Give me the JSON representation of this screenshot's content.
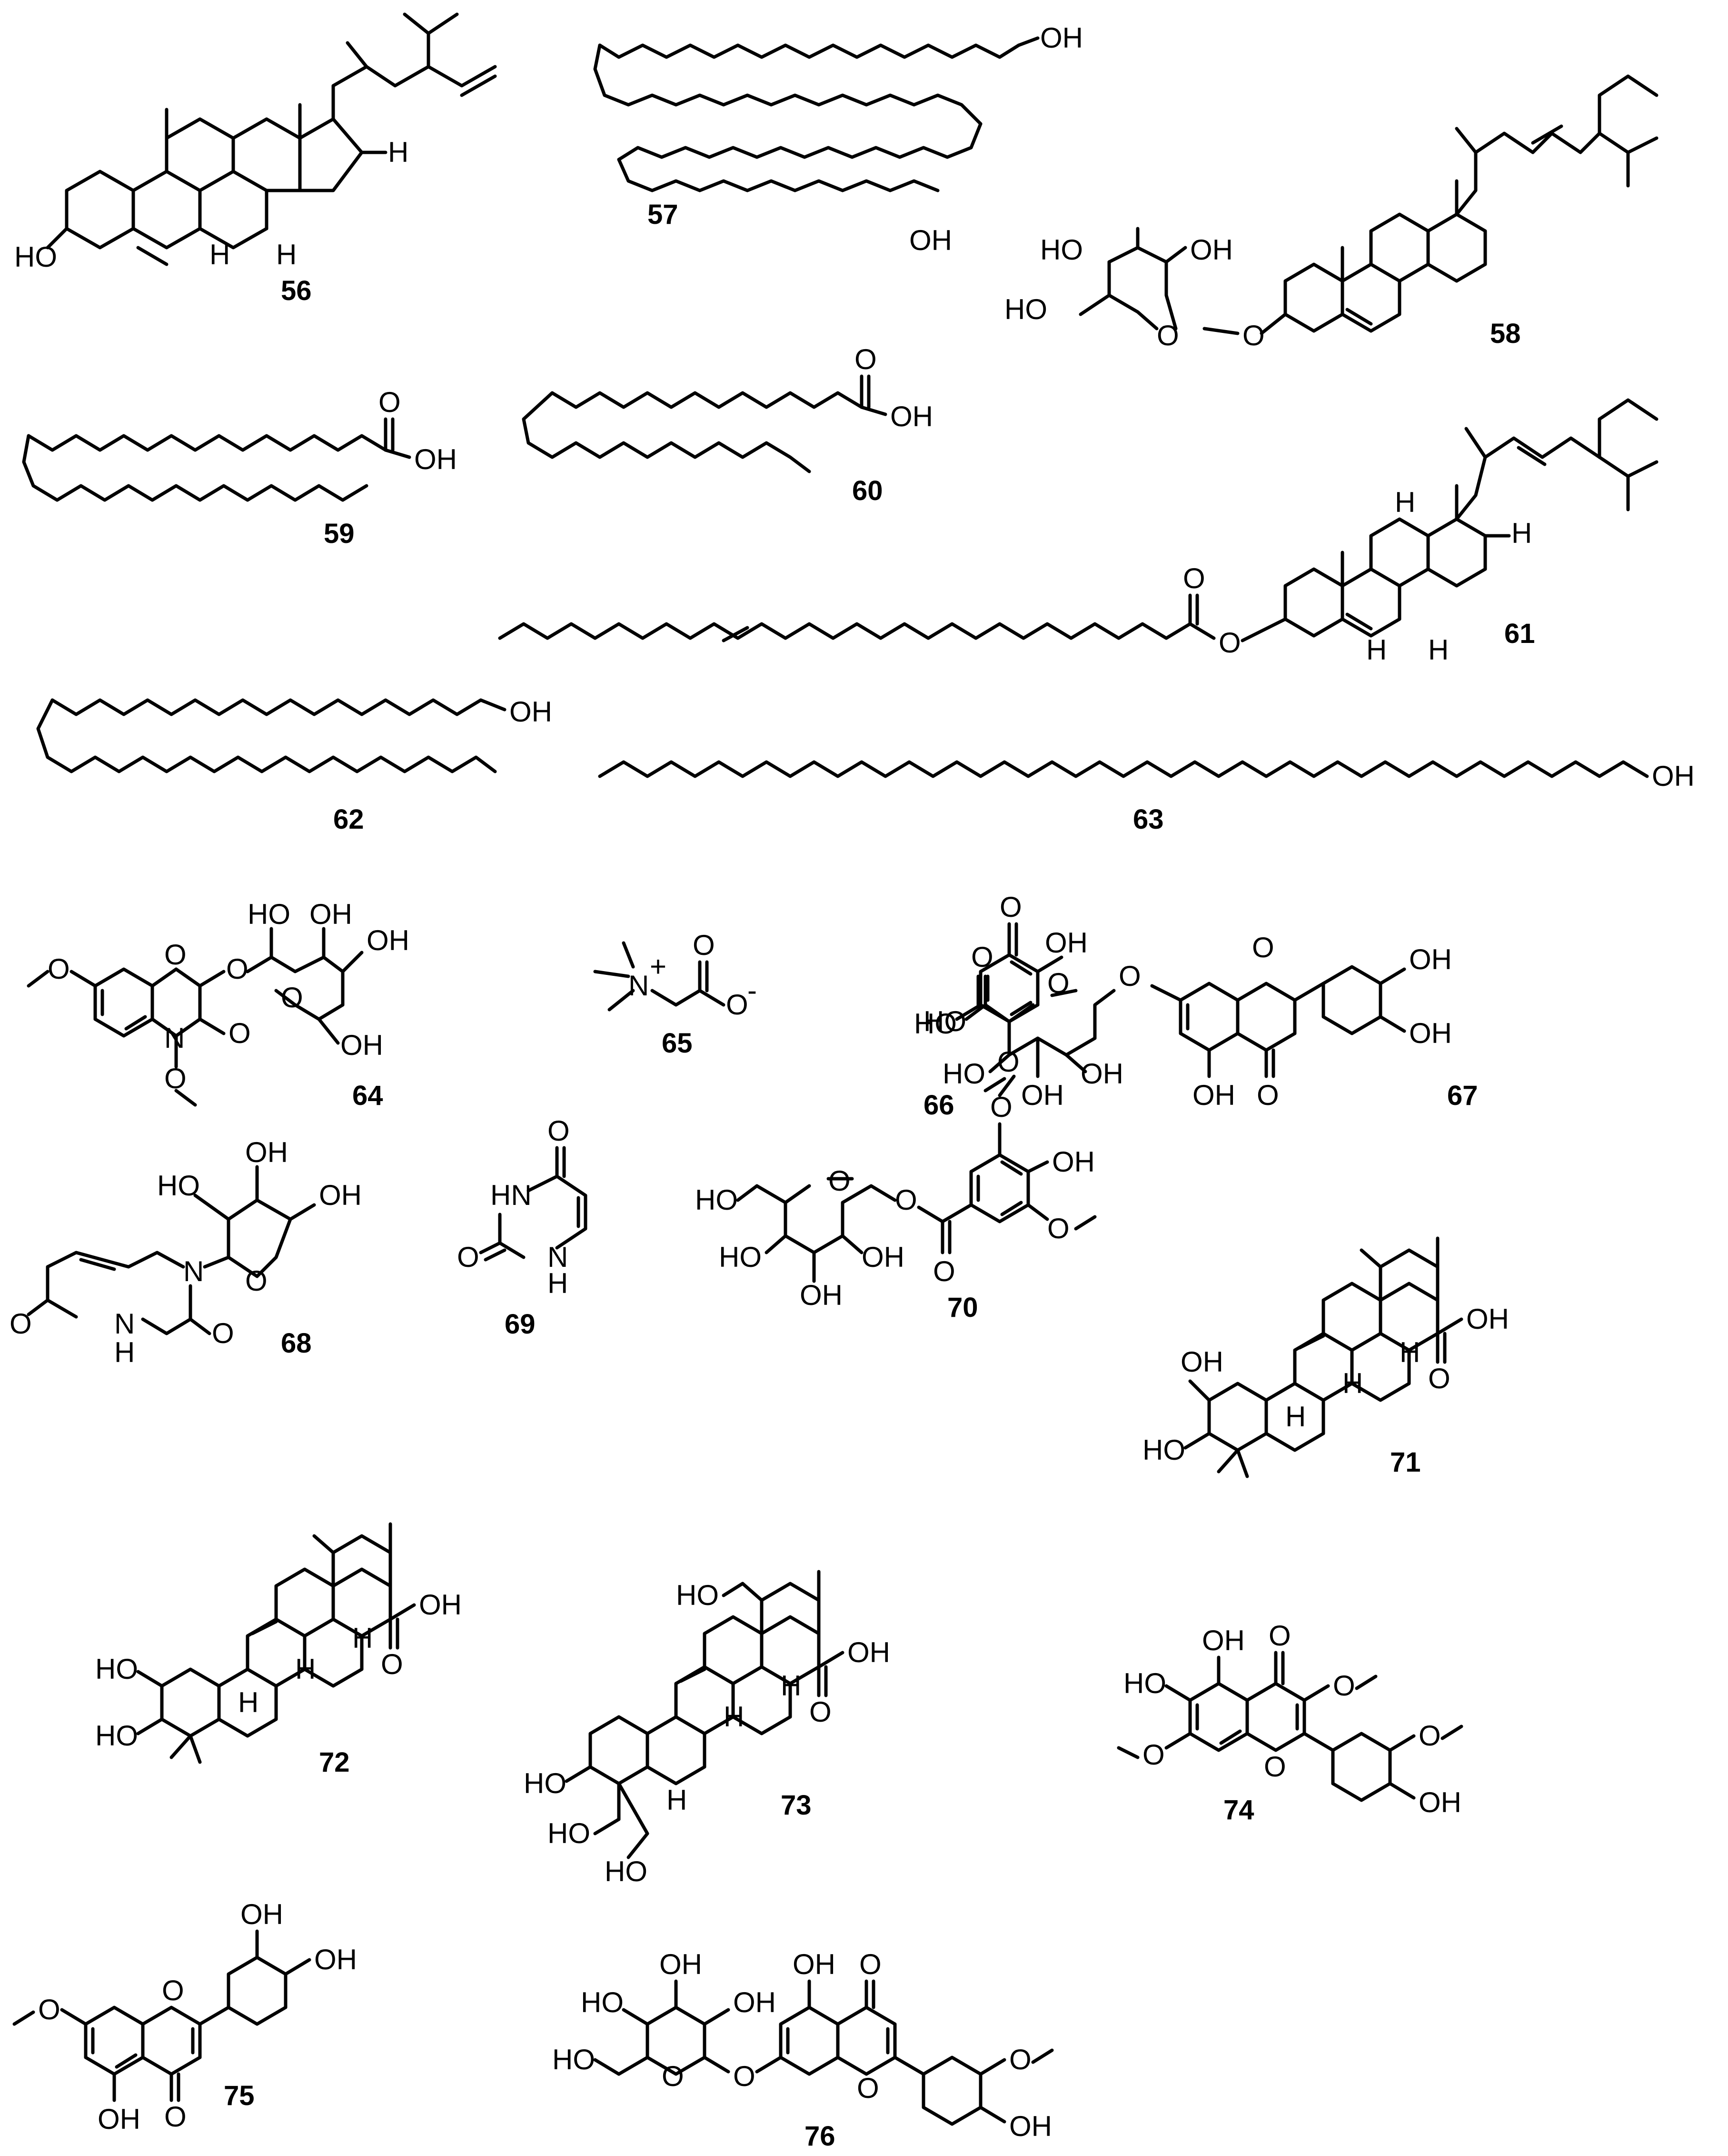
{
  "compounds": {
    "c56": {
      "id": "56",
      "atoms": {
        "h1": "H",
        "h2": "H",
        "h3": "H",
        "oh": "HO"
      }
    },
    "c57": {
      "id": "57",
      "atoms": {
        "oh": "OH"
      }
    },
    "c58": {
      "id": "58",
      "atoms": {
        "oh1": "OH",
        "oh2": "HO",
        "oh3": "OH",
        "oh4": "HO",
        "o_ring": "O",
        "o_link": "O"
      }
    },
    "c59": {
      "id": "59",
      "atoms": {
        "o": "O",
        "oh": "OH"
      }
    },
    "c60": {
      "id": "60",
      "atoms": {
        "o": "O",
        "oh": "OH"
      }
    },
    "c61": {
      "id": "61",
      "atoms": {
        "h1": "H",
        "h2": "H",
        "h3": "H",
        "h4": "H",
        "o_carbonyl": "O",
        "o_ester": "O"
      }
    },
    "c62": {
      "id": "62",
      "atoms": {
        "oh": "OH"
      }
    },
    "c63": {
      "id": "63",
      "atoms": {
        "oh": "OH"
      }
    },
    "c64": {
      "id": "64",
      "atoms": {
        "o_ring": "O",
        "o_link": "O",
        "ho": "HO",
        "oh1": "OH",
        "oh2": "OH",
        "o_sugar": "O",
        "oh3": "OH",
        "n": "N",
        "o_keto": "O",
        "o_meo": "O",
        "o_nome": "O"
      }
    },
    "c65": {
      "id": "65",
      "atoms": {
        "n": "N",
        "n_plus": "+",
        "o1": "O",
        "o2": "O",
        "o_minus": "-"
      }
    },
    "c66": {
      "id": "66",
      "atoms": {
        "o": "O",
        "oh": "OH",
        "ho": "HO",
        "o_me": "O"
      }
    },
    "c67": {
      "id": "67",
      "atoms": {
        "o_acid": "O",
        "ho_acid": "HO",
        "o_ring": "O",
        "o_link": "O",
        "o_pyr": "O",
        "oh1": "OH",
        "oh2": "OH",
        "ho1": "HO",
        "oh3": "OH",
        "oh4": "OH",
        "oh5": "OH",
        "o_keto": "O"
      }
    },
    "c68": {
      "id": "68",
      "atoms": {
        "ho": "HO",
        "oh1": "OH",
        "oh2": "OH",
        "o_ring": "O",
        "n1": "N",
        "nh": "N",
        "h": "H",
        "o1": "O",
        "o2": "O"
      }
    },
    "c69": {
      "id": "69",
      "atoms": {
        "o1": "O",
        "hn": "HN",
        "o2": "O",
        "n": "N",
        "h": "H"
      }
    },
    "c70": {
      "id": "70",
      "atoms": {
        "o_me1": "O",
        "oh": "OH",
        "o_me2": "O",
        "ho1": "HO",
        "o_ring": "O",
        "o_link": "O",
        "o_keto": "O",
        "ho2": "HO",
        "oh1": "OH",
        "oh2": "OH"
      }
    },
    "c71": {
      "id": "71",
      "atoms": {
        "oh": "OH",
        "ho": "HO",
        "oh_acid": "OH",
        "o_acid": "O",
        "h1": "H",
        "h2": "H",
        "h3": "H"
      }
    },
    "c72": {
      "id": "72",
      "atoms": {
        "ho1": "HO",
        "ho2": "HO",
        "oh_acid": "OH",
        "o_acid": "O",
        "h1": "H",
        "h2": "H",
        "h3": "H"
      }
    },
    "c73": {
      "id": "73",
      "atoms": {
        "ho1": "HO",
        "ho2": "HO",
        "ho3": "HO",
        "ho4": "HO",
        "oh_acid": "OH",
        "o_acid": "O",
        "h1": "H",
        "h2": "H",
        "h3": "H"
      }
    },
    "c74": {
      "id": "74",
      "atoms": {
        "oh1": "OH",
        "o_keto": "O",
        "ho": "HO",
        "o_me1": "O",
        "o_me2": "O",
        "o_ring": "O",
        "o_me3": "O",
        "oh2": "OH"
      }
    },
    "c75": {
      "id": "75",
      "atoms": {
        "oh1": "OH",
        "oh2": "OH",
        "o_me": "O",
        "o_ring": "O",
        "oh3": "OH",
        "o_keto": "O"
      }
    },
    "c76": {
      "id": "76",
      "atoms": {
        "oh1": "OH",
        "oh2": "OH",
        "ho1": "HO",
        "oh3": "OH",
        "o_keto": "O",
        "ho2": "HO",
        "o_sugar": "O",
        "o_link": "O",
        "o_ring": "O",
        "o_me": "O",
        "oh4": "OH"
      }
    }
  }
}
